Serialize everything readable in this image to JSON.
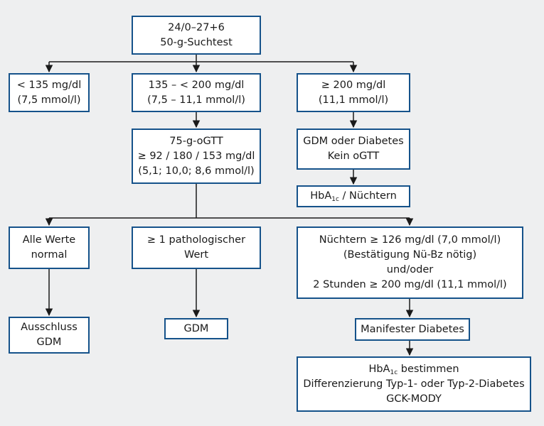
{
  "diagram": {
    "nodes": {
      "screening": {
        "line1": "24/0–27+6",
        "line2": "50-g-Suchtest"
      },
      "low": {
        "line1": "< 135 mg/dl",
        "line2": "(7,5 mmol/l)"
      },
      "mid": {
        "line1": "135 – < 200 mg/dl",
        "line2": "(7,5 – 11,1 mmol/l)"
      },
      "high": {
        "line1": "≥ 200 mg/dl",
        "line2": "(11,1 mmol/l)"
      },
      "ogtt": {
        "line1": "75-g-oGTT",
        "line2": "≥ 92 / 180 / 153 mg/dl",
        "line3": "(5,1; 10,0; 8,6 mmol/l)"
      },
      "gdm_or_diabetes": {
        "line1": "GDM oder Diabetes",
        "line2": "Kein oGTT"
      },
      "hba1c_fasting": {
        "prefix": "HbA",
        "sub": "1c",
        "suffix": " / Nüchtern"
      },
      "all_normal": {
        "line1": "Alle Werte",
        "line2": "normal"
      },
      "one_pathologic": {
        "line1": "≥ 1 pathologischer",
        "line2": "Wert"
      },
      "fasting_criteria": {
        "line1": "Nüchtern ≥ 126 mg/dl (7,0 mmol/l)",
        "line2": "(Bestätigung Nü-Bz nötig)",
        "line3": "und/oder",
        "line4": "2 Stunden ≥ 200 mg/dl (11,1 mmol/l)"
      },
      "exclusion": {
        "line1": "Ausschluss",
        "line2": "GDM"
      },
      "gdm": {
        "line1": "GDM"
      },
      "manifest": {
        "line1": "Manifester Diabetes"
      },
      "hba1c_determine": {
        "prefix": "HbA",
        "sub": "1c",
        "suffix": " bestimmen",
        "line2": "Differenzierung Typ-1- oder Typ-2-Diabetes",
        "line3": "GCK-MODY"
      }
    },
    "colors": {
      "border": "#15528a",
      "line": "#1a1a1a",
      "background": "#eeeff0"
    }
  }
}
